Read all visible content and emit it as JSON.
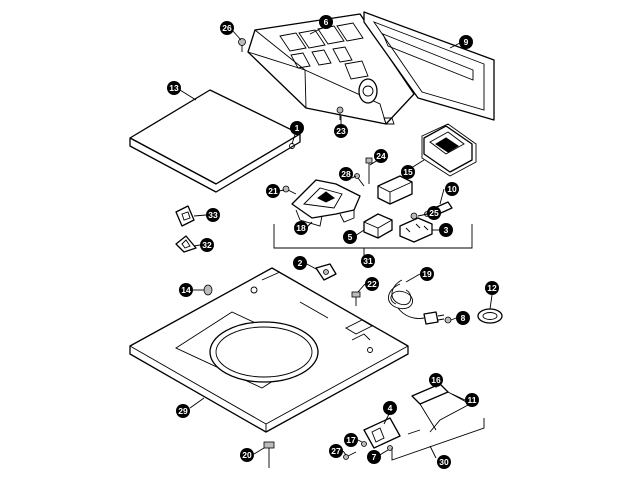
{
  "figure": {
    "background": "#ffffff",
    "ink": "#000000",
    "callouts": [
      {
        "id": "c26",
        "label": "26"
      },
      {
        "id": "c6",
        "label": "6"
      },
      {
        "id": "c9",
        "label": "9"
      },
      {
        "id": "c13",
        "label": "13"
      },
      {
        "id": "c1",
        "label": "1"
      },
      {
        "id": "c23",
        "label": "23"
      },
      {
        "id": "c24",
        "label": "24"
      },
      {
        "id": "c15",
        "label": "15"
      },
      {
        "id": "c28",
        "label": "28"
      },
      {
        "id": "c21",
        "label": "21"
      },
      {
        "id": "c10",
        "label": "10"
      },
      {
        "id": "c25",
        "label": "25"
      },
      {
        "id": "c18",
        "label": "18"
      },
      {
        "id": "c5",
        "label": "5"
      },
      {
        "id": "c3",
        "label": "3"
      },
      {
        "id": "c33",
        "label": "33"
      },
      {
        "id": "c32",
        "label": "32"
      },
      {
        "id": "c31",
        "label": "31"
      },
      {
        "id": "c2",
        "label": "2"
      },
      {
        "id": "c19",
        "label": "19"
      },
      {
        "id": "c22",
        "label": "22"
      },
      {
        "id": "c12",
        "label": "12"
      },
      {
        "id": "c14",
        "label": "14"
      },
      {
        "id": "c8",
        "label": "8"
      },
      {
        "id": "c29",
        "label": "29"
      },
      {
        "id": "c16",
        "label": "16"
      },
      {
        "id": "c4",
        "label": "4"
      },
      {
        "id": "c11",
        "label": "11"
      },
      {
        "id": "c17",
        "label": "17"
      },
      {
        "id": "c20",
        "label": "20"
      },
      {
        "id": "c7",
        "label": "7"
      },
      {
        "id": "c27",
        "label": "27"
      },
      {
        "id": "c30",
        "label": "30"
      }
    ]
  }
}
